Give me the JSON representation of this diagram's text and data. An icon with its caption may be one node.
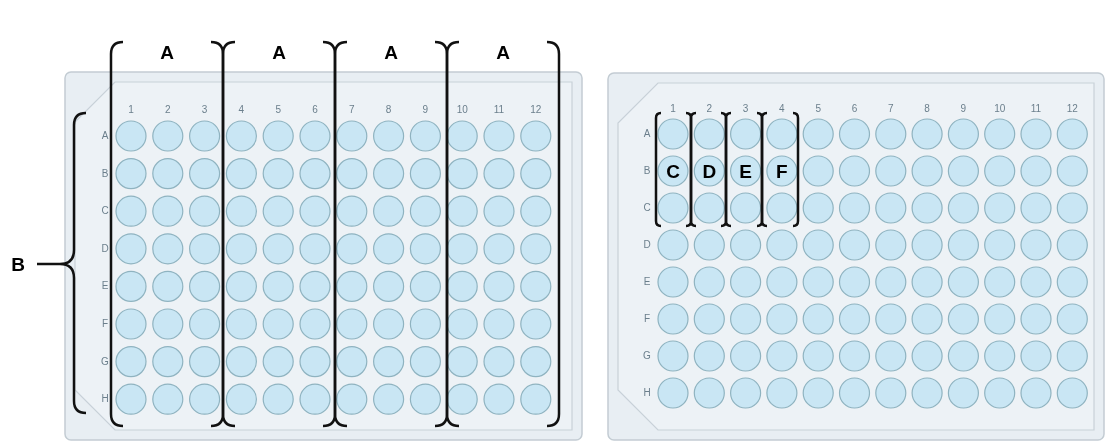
{
  "diagram": {
    "labels": [
      "A",
      "A",
      "A",
      "A",
      "1",
      "2",
      "3",
      "4",
      "5",
      "6",
      "7",
      "8",
      "9",
      "10",
      "11",
      "12",
      "A",
      "B",
      "C",
      "D",
      "E",
      "F",
      "G",
      "H",
      "B",
      "1",
      "2",
      "3",
      "4",
      "5",
      "6",
      "7",
      "8",
      "9",
      "10",
      "11",
      "12",
      "A",
      "B",
      "C",
      "D",
      "E",
      "F",
      "G",
      "H",
      "C",
      "D",
      "E",
      "F"
    ]
  }
}
